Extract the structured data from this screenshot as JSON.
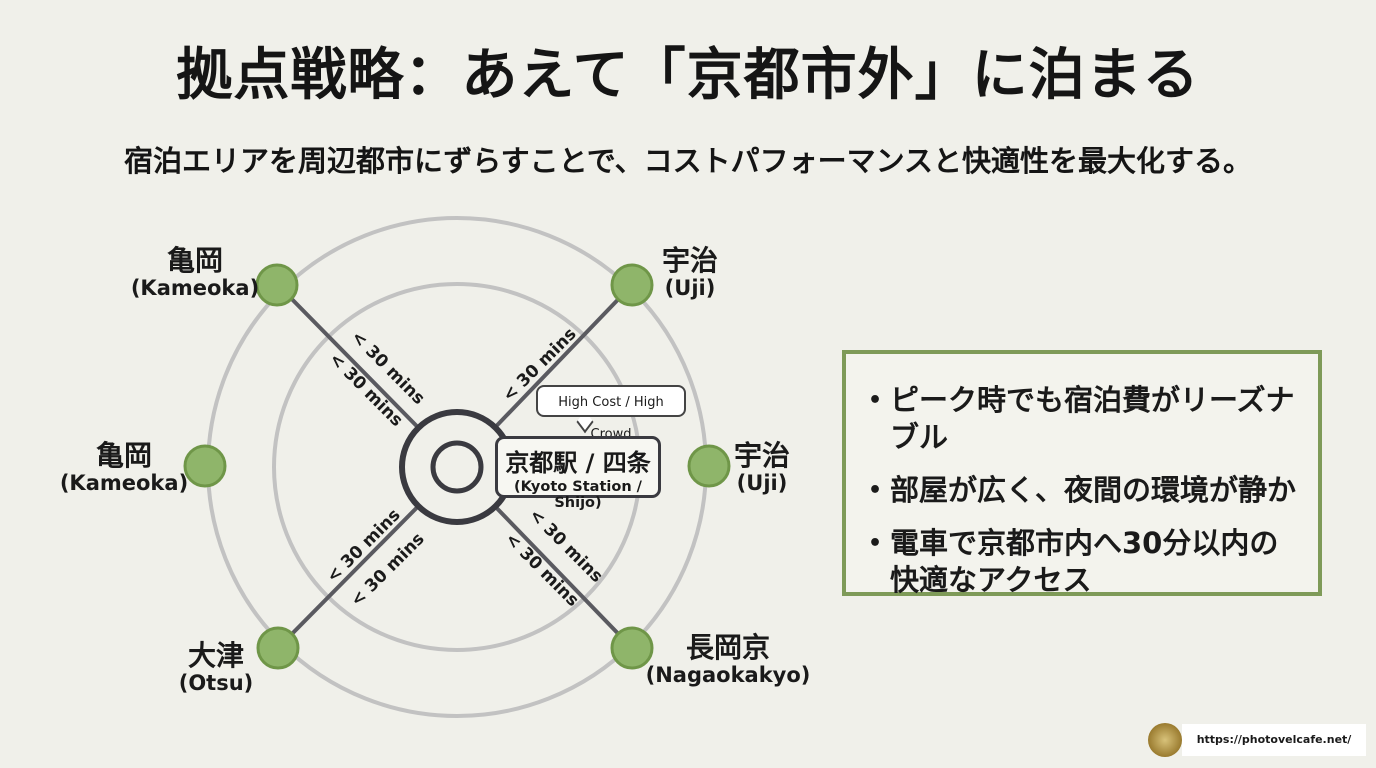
{
  "title": "拠点戦略：あえて「京都市外」に泊まる",
  "subtitle": "宿泊エリアを周辺都市にずらすことで、コストパフォーマンスと快適性を最大化する。",
  "center": {
    "name_jp": "京都駅 / 四条",
    "name_en": "(Kyoto Station / Shijo)",
    "bubble": "High Cost / High Crowd"
  },
  "nodes": [
    {
      "id": "kameoka-top",
      "name_jp": "亀岡",
      "name_en": "(Kameoka)"
    },
    {
      "id": "uji-top",
      "name_jp": "宇治",
      "name_en": "(Uji)"
    },
    {
      "id": "kameoka-mid",
      "name_jp": "亀岡",
      "name_en": "(Kameoka)"
    },
    {
      "id": "uji-mid",
      "name_jp": "宇治",
      "name_en": "(Uji)"
    },
    {
      "id": "otsu",
      "name_jp": "大津",
      "name_en": "(Otsu)"
    },
    {
      "id": "nagaokakyo",
      "name_jp": "長岡京",
      "name_en": "(Nagaokakyo)"
    }
  ],
  "time_label": "< 30 mins",
  "benefits": [
    "ピーク時でも宿泊費がリーズナブル",
    "部屋が広く、夜間の環境が静か",
    "電車で京都市内へ30分以内の",
    "快適なアクセス"
  ],
  "footer_url": "https://photovelcafe.net/",
  "colors": {
    "node_fill": "#8fb56a",
    "node_stroke": "#6f9648",
    "ring": "#c2c2c2",
    "spoke": "#5a5a60",
    "center": "#3a3a40",
    "box_border": "#7e9a58"
  }
}
